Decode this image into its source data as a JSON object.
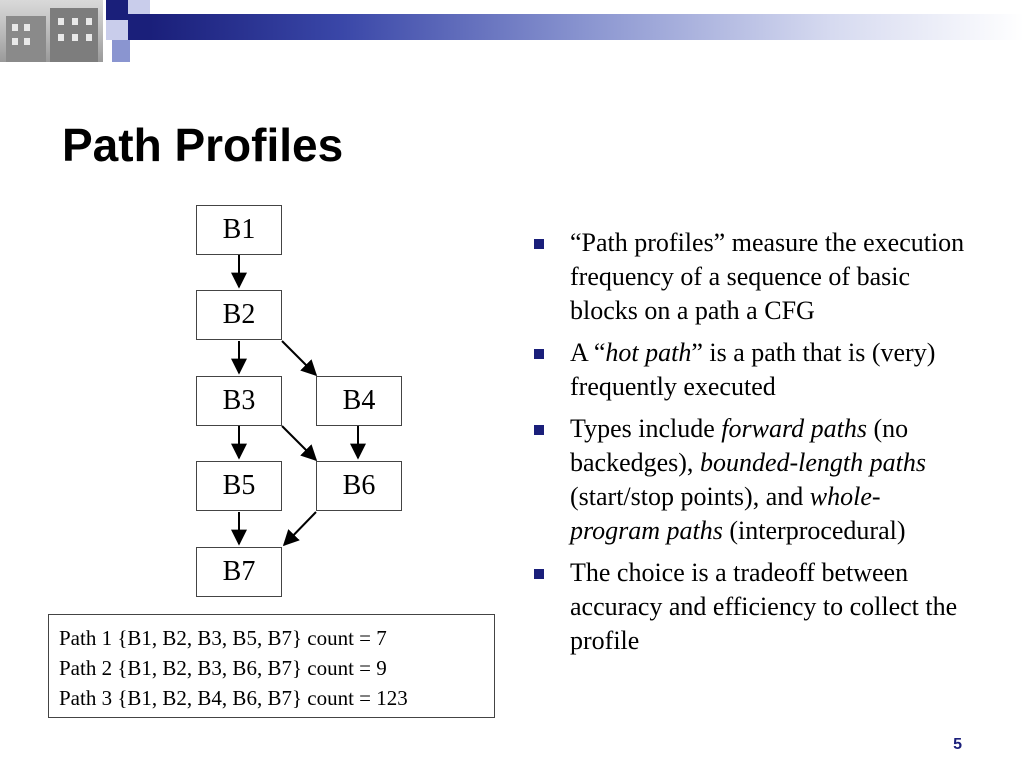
{
  "slide": {
    "title": "Path Profiles",
    "page_number": "5"
  },
  "colors": {
    "accent": "#1a1f7a",
    "bullet": "#1a1f7a"
  },
  "diagram": {
    "nodes": [
      "B1",
      "B2",
      "B3",
      "B4",
      "B5",
      "B6",
      "B7"
    ],
    "edges": [
      [
        "B1",
        "B2"
      ],
      [
        "B2",
        "B3"
      ],
      [
        "B2",
        "B4"
      ],
      [
        "B3",
        "B5"
      ],
      [
        "B3",
        "B6"
      ],
      [
        "B4",
        "B6"
      ],
      [
        "B5",
        "B7"
      ],
      [
        "B6",
        "B7"
      ]
    ]
  },
  "paths": [
    "Path 1 {B1, B2, B3, B5, B7} count = 7",
    "Path 2 {B1, B2, B3, B6, B7} count = 9",
    "Path 3 {B1, B2, B4, B6, B7} count = 123"
  ],
  "bullets": [
    {
      "parts": [
        {
          "t": "“Path profiles” measure the execution frequency of a sequence of basic blocks on a path a CFG"
        }
      ]
    },
    {
      "parts": [
        {
          "t": "A “"
        },
        {
          "t": "hot path",
          "i": true
        },
        {
          "t": "” is a path that is (very) frequently executed"
        }
      ]
    },
    {
      "parts": [
        {
          "t": "Types include "
        },
        {
          "t": "forward paths",
          "i": true
        },
        {
          "t": " (no backedges), "
        },
        {
          "t": "bounded-length paths",
          "i": true
        },
        {
          "t": " (start/stop points), and "
        },
        {
          "t": "whole-program paths",
          "i": true
        },
        {
          "t": " (interprocedural)"
        }
      ]
    },
    {
      "parts": [
        {
          "t": "The choice is a tradeoff between accuracy and efficiency to collect the profile"
        }
      ]
    }
  ]
}
